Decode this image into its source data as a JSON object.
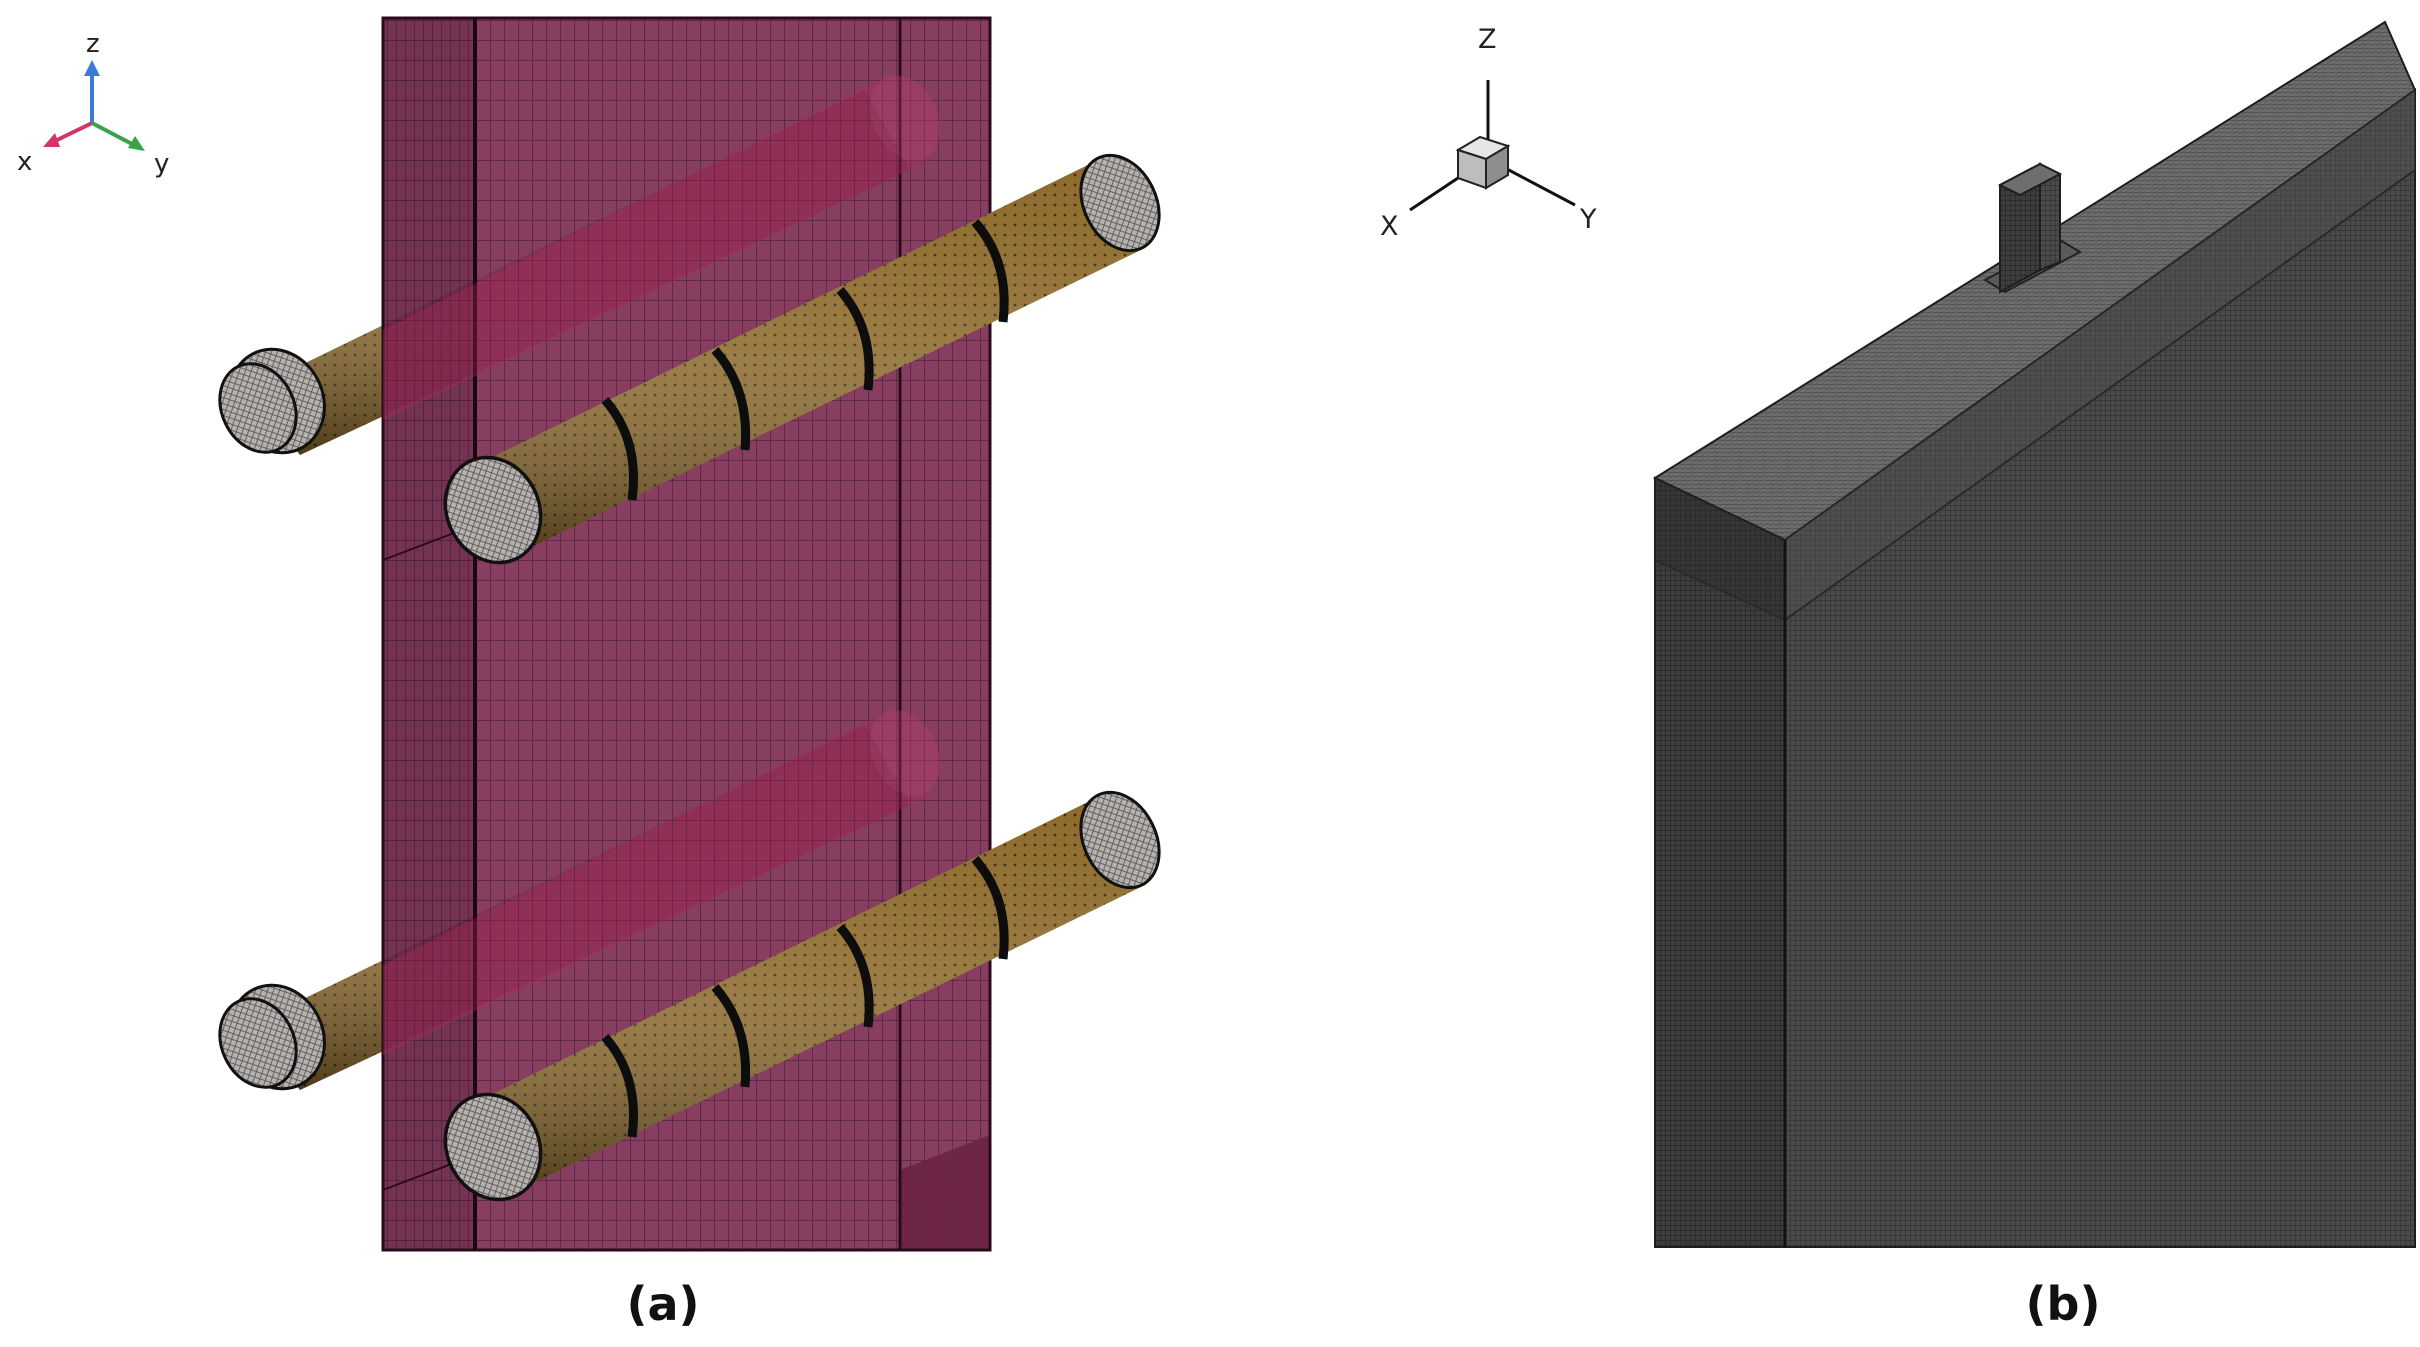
{
  "panel_a": {
    "caption": "(a)",
    "axis_labels": {
      "z": "z",
      "x": "x",
      "y": "y"
    },
    "colors": {
      "plate": "#7e2f55",
      "rod": "#8a6a2c",
      "rod_end": "#b4b0ae",
      "z_axis": "#3a7bd5",
      "x_axis": "#d6336c",
      "y_axis": "#3aa34a"
    }
  },
  "panel_b": {
    "caption": "(b)",
    "axis_labels": {
      "z": "Z",
      "x": "X",
      "y": "Y"
    },
    "colors": {
      "mesh_front": "#4b4b4b",
      "mesh_top": "#6a6a6a",
      "mesh_side": "#3c3c3c"
    }
  }
}
